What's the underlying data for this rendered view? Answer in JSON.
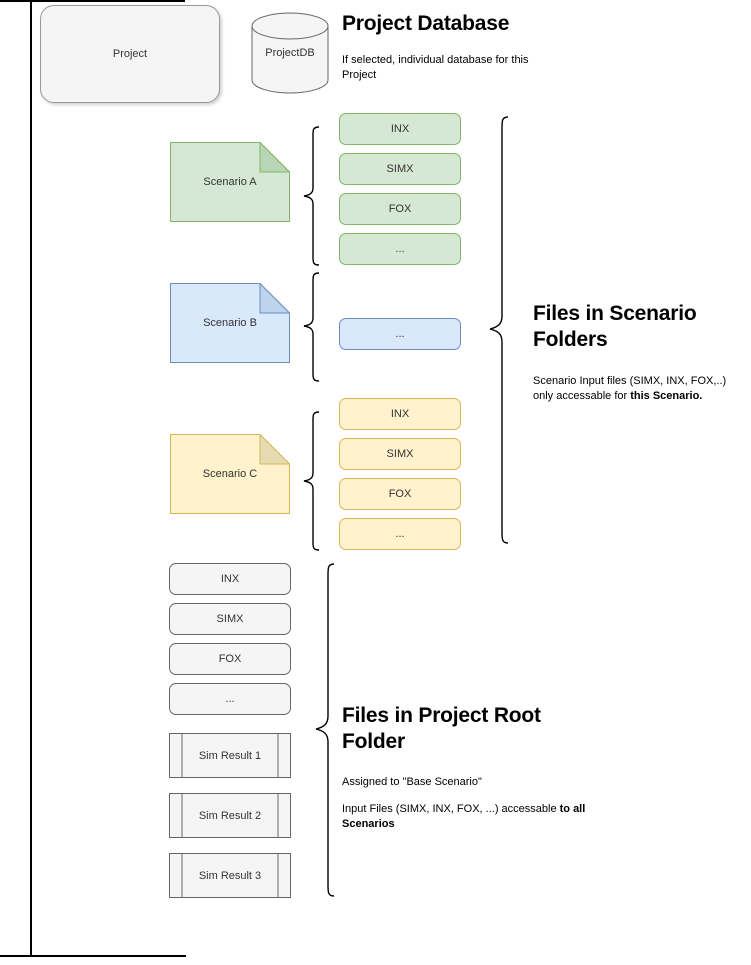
{
  "diagram": {
    "type": "flowchart",
    "title_texts": {
      "project_database": {
        "heading": "Project Database",
        "body": "If selected, individual database for this Project"
      },
      "scenario_folders": {
        "heading": "Files in Scenario Folders",
        "body_prefix": "Scenario Input files (SIMX, INX, FOX,..) only accessable for ",
        "body_bold": "this Scenario."
      },
      "project_root": {
        "heading": "Files in Project Root Folder",
        "body_line1": "Assigned to \"Base Scenario\"",
        "body_line2_prefix": "Input Files (SIMX, INX, FOX, ...) accessable ",
        "body_line2_bold": "to all Scenarios"
      }
    },
    "project_lane": {
      "label": "Project"
    },
    "database": {
      "label": "ProjectDB",
      "icon": "database-cylinder-icon"
    },
    "scenarios": [
      {
        "id": "a",
        "label": "Scenario A",
        "color": "green",
        "fill": "#d5e8d4",
        "stroke": "#82b366",
        "files": [
          "INX",
          "SIMX",
          "FOX",
          "..."
        ]
      },
      {
        "id": "b",
        "label": "Scenario B",
        "color": "blue",
        "fill": "#dae8fc",
        "stroke": "#6c8ebf",
        "files": [
          "..."
        ]
      },
      {
        "id": "c",
        "label": "Scenario C",
        "color": "yellow",
        "fill": "#fff2cc",
        "stroke": "#d6b656",
        "files": [
          "INX",
          "SIMX",
          "FOX",
          "..."
        ]
      }
    ],
    "root_files": [
      "INX",
      "SIMX",
      "FOX",
      "..."
    ],
    "sim_results": [
      "Sim Result 1",
      "Sim Result 2",
      "Sim Result 3"
    ],
    "colors": {
      "gray_fill": "#f5f5f5",
      "gray_stroke": "#666666",
      "line": "#000000",
      "text": "#333333"
    }
  }
}
